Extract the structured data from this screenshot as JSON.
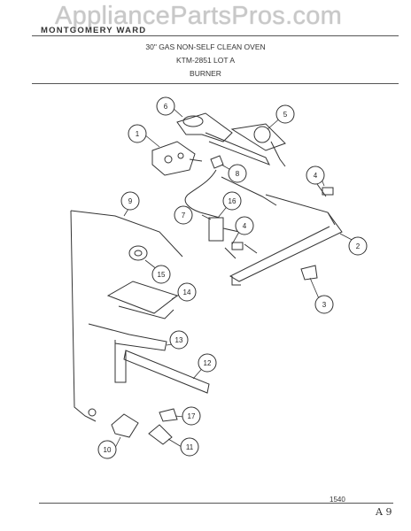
{
  "watermark": "AppliancePartsPros.com",
  "brand": "MONTGOMERY WARD",
  "header": {
    "line1": "30\" GAS NON-SELF CLEAN OVEN",
    "line2": "KTM-2851 LOT A",
    "line3": "BURNER"
  },
  "callouts": [
    "1",
    "2",
    "3",
    "4",
    "4",
    "5",
    "6",
    "7",
    "8",
    "9",
    "10",
    "11",
    "12",
    "13",
    "14",
    "15",
    "16",
    "17"
  ],
  "footer": {
    "drawing_number": "1540",
    "page_ref": "A 9"
  }
}
